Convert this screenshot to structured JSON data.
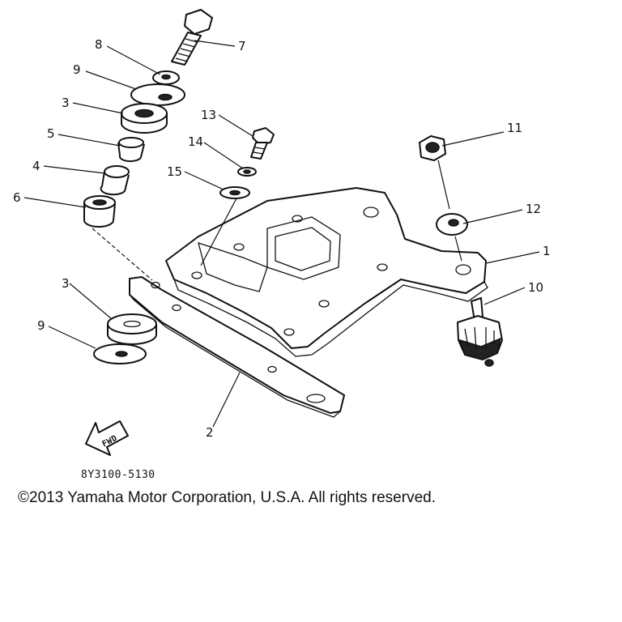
{
  "callouts": {
    "c1": "1",
    "c2": "2",
    "c3a": "3",
    "c3b": "3",
    "c4": "4",
    "c5": "5",
    "c6": "6",
    "c7": "7",
    "c8": "8",
    "c9a": "9",
    "c9b": "9",
    "c10": "10",
    "c11": "11",
    "c12": "12",
    "c13": "13",
    "c14": "14",
    "c15": "15"
  },
  "fwd_label": "FWD",
  "diagram_code": "8Y3100-5130",
  "copyright": "©2013 Yamaha Motor Corporation, U.S.A. All rights reserved."
}
